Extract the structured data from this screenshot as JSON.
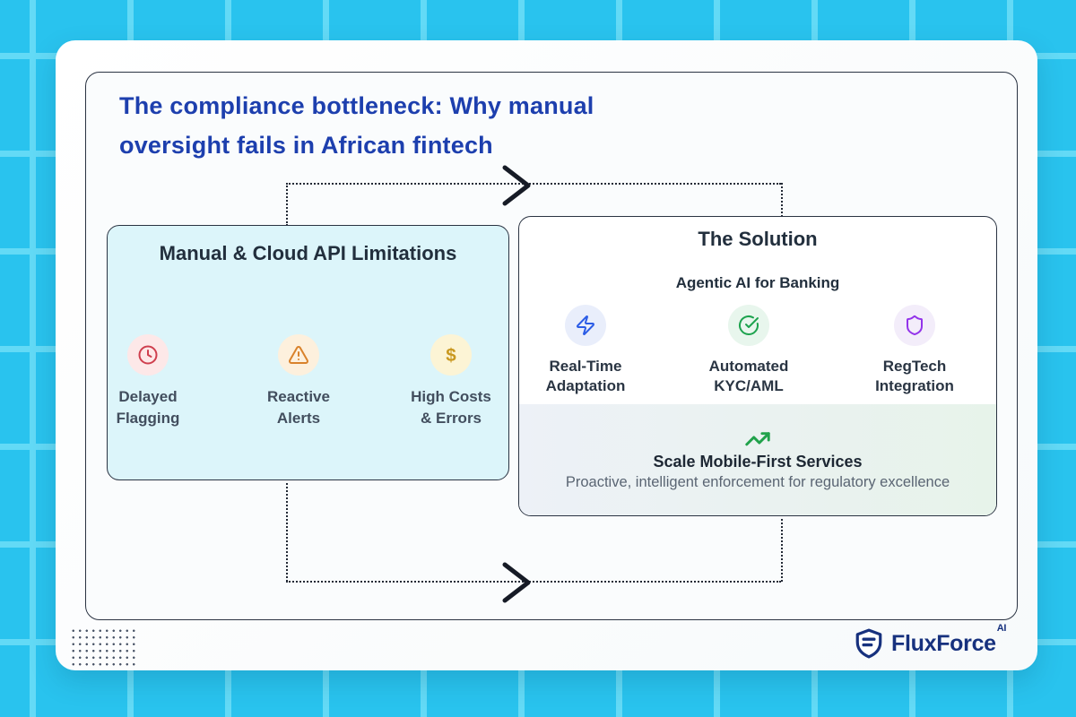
{
  "header": {
    "title_line1": "The compliance bottleneck: Why manual",
    "title_line2": "oversight fails in African fintech"
  },
  "problem_box": {
    "title": "Manual & Cloud API Limitations",
    "items": [
      {
        "icon": "clock-icon",
        "line1": "Delayed",
        "line2": "Flagging"
      },
      {
        "icon": "warning-triangle-icon",
        "line1": "Reactive",
        "line2": "Alerts"
      },
      {
        "icon": "dollar-icon",
        "line1": "High Costs",
        "line2": "& Errors"
      }
    ]
  },
  "solution_box": {
    "title": "The Solution",
    "subtitle": "Agentic AI for Banking",
    "items": [
      {
        "icon": "lightning-icon",
        "line1": "Real-Time",
        "line2": "Adaptation"
      },
      {
        "icon": "check-circle-icon",
        "line1": "Automated",
        "line2": "KYC/AML"
      },
      {
        "icon": "shield-icon",
        "line1": "RegTech",
        "line2": "Integration"
      }
    ],
    "highlight": {
      "icon": "trending-up-icon",
      "title": "Scale Mobile-First Services",
      "subtitle": "Proactive, intelligent enforcement for regulatory excellence"
    }
  },
  "footer": {
    "brand": "FluxForce",
    "brand_suffix": "AI"
  },
  "colors": {
    "background_cyan": "#29c3ee",
    "grid_line": "#63daf6",
    "title_blue": "#1d3fae",
    "box_border": "#2a3342",
    "problem_box_bg": "#dcf5fa",
    "clock_red": "#cf3f4e",
    "warning_orange": "#d9822b",
    "dollar_gold": "#c9981f",
    "bolt_blue": "#2b5ce6",
    "check_green": "#1ea34f",
    "shield_purple": "#9333ea",
    "trend_green": "#21a24b",
    "connector_dark": "#232a36",
    "brand_navy": "#17317e"
  }
}
